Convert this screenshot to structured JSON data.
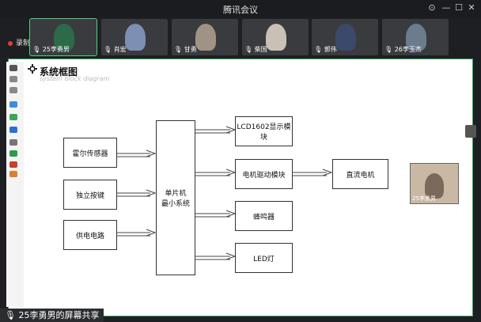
{
  "window": {
    "title": "腾讯会议"
  },
  "recording": {
    "label": "录制中"
  },
  "participants": [
    {
      "name": "25李勇男",
      "mic": "on",
      "tone": "#2c6a4a"
    },
    {
      "name": "肖宏",
      "mic": "muted",
      "tone": "#7d8fb2"
    },
    {
      "name": "甘勇",
      "mic": "muted",
      "tone": "#a09385"
    },
    {
      "name": "柴国",
      "mic": "muted",
      "tone": "#c9c1b5"
    },
    {
      "name": "郭伟",
      "mic": "muted",
      "tone": "#3b4a6b"
    },
    {
      "name": "26李玉杰",
      "mic": "muted",
      "tone": "#6c7c8f"
    }
  ],
  "slide": {
    "title": "系统框图",
    "subtitle": "system block diagram",
    "blocks": {
      "hall": "霍尔传感器",
      "key": "独立按键",
      "power": "供电电路",
      "mcu_line1": "单片机",
      "mcu_line2": "最小系统",
      "lcd": "LCD1602显示模块",
      "driver": "电机驱动模块",
      "motor": "直流电机",
      "buzzer": "蜂鸣器",
      "led": "LED灯"
    }
  },
  "pip": {
    "name": "25李勇男"
  },
  "share_banner": "25李勇男的屏幕共享"
}
